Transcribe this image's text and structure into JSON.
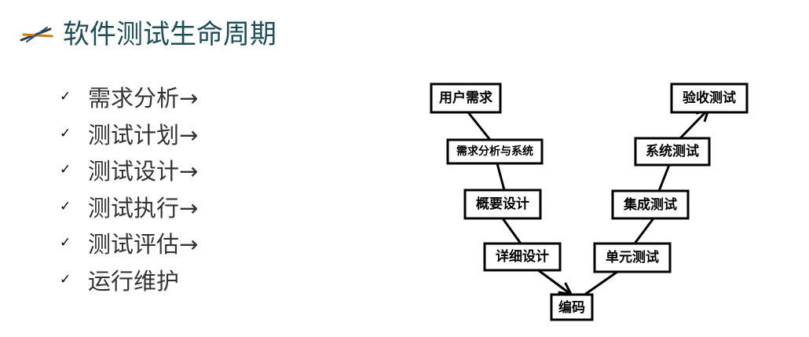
{
  "title": "软件测试生命周期",
  "bullets": [
    {
      "check": "✓",
      "text": "需求分析→"
    },
    {
      "check": "✓",
      "text": "测试计划→"
    },
    {
      "check": "✓",
      "text": "测试设计→"
    },
    {
      "check": "✓",
      "text": "测试执行→"
    },
    {
      "check": "✓",
      "text": "测试评估→"
    },
    {
      "check": "✓",
      "text": "运行维护"
    }
  ],
  "diagram": {
    "nodes": {
      "user_requirements": "用户需求",
      "requirements_system": "需求分析与系统",
      "outline_design": "概要设计",
      "detailed_design": "详细设计",
      "coding": "编码",
      "unit_test": "单元测试",
      "integration_test": "集成测试",
      "system_test": "系统测试",
      "acceptance_test": "验收测试"
    }
  }
}
